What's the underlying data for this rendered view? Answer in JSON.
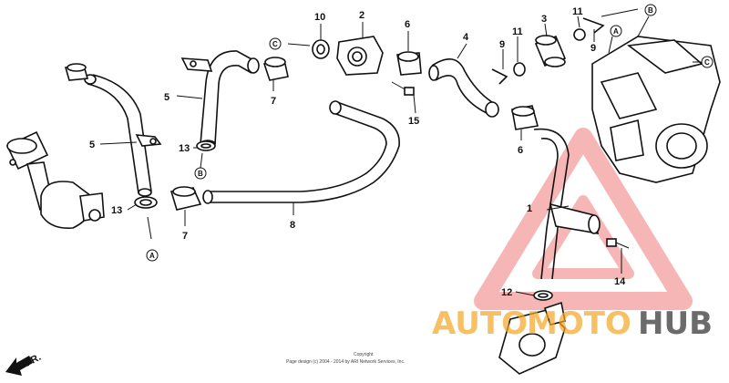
{
  "labels": {
    "n1": "1",
    "n2": "2",
    "n3": "3",
    "n4": "4",
    "n5a": "5",
    "n5b": "5",
    "n6a": "6",
    "n6b": "6",
    "n7a": "7",
    "n7b": "7",
    "n8": "8",
    "n9a": "9",
    "n9b": "9",
    "n10": "10",
    "n11a": "11",
    "n11b": "11",
    "n12": "12",
    "n13a": "13",
    "n13b": "13",
    "n14": "14",
    "n15": "15"
  },
  "refs": {
    "a": "A",
    "b": "B",
    "c": "C"
  },
  "copyright": {
    "line1": "Copyright",
    "line2": "Page design (c) 2004 - 2014 by ARI Network Services, Inc."
  },
  "direction": "FR.",
  "watermark": {
    "part1": "AUTO",
    "part2": "MOTO",
    "part3": "HUB",
    "color_red": "#e8322f",
    "color_orange": "#f5a623",
    "color_dark": "#3a3a3a"
  }
}
